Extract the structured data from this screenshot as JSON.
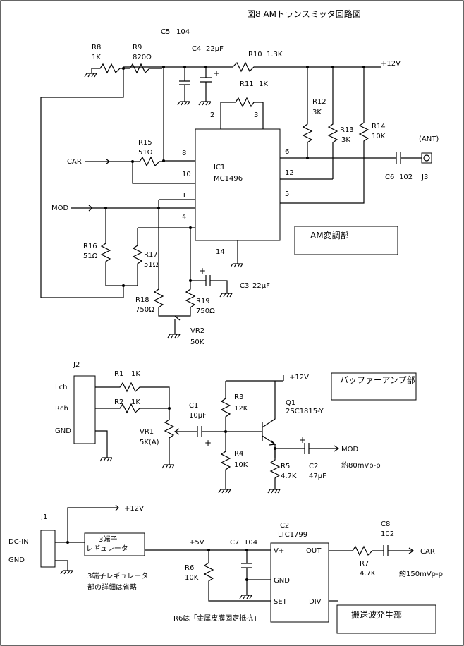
{
  "title": "図8 AMトランスミッタ回路図",
  "power": {
    "plus12": "+12V",
    "plus5": "+5V"
  },
  "sections": {
    "am_mod": "AM変調部",
    "buffer": "バッファーアンプ部",
    "carrier": "搬送波発生部"
  },
  "ic1": {
    "ref": "IC1",
    "part": "MC1496",
    "pins": {
      "p1": "1",
      "p2": "2",
      "p3": "3",
      "p4": "4",
      "p5": "5",
      "p6": "6",
      "p8": "8",
      "p10": "10",
      "p12": "12",
      "p14": "14"
    }
  },
  "ic2": {
    "ref": "IC2",
    "part": "LTC1799",
    "pins": {
      "vplus": "V+",
      "gnd": "GND",
      "set": "SET",
      "out": "OUT",
      "div": "DIV"
    }
  },
  "reg": {
    "line1": "3端子",
    "line2": "レギュレータ",
    "note1": "3端子レギュレータ",
    "note2": "部の詳細は省略"
  },
  "parts": {
    "r8": {
      "ref": "R8",
      "val": "1K"
    },
    "r9": {
      "ref": "R9",
      "val": "820Ω"
    },
    "c5": {
      "ref": "C5",
      "val": "104"
    },
    "c4": {
      "ref": "C4",
      "val": "22μF"
    },
    "r10": {
      "ref": "R10",
      "val": "1.3K"
    },
    "r11": {
      "ref": "R11",
      "val": "1K"
    },
    "r12": {
      "ref": "R12",
      "val": "3K"
    },
    "r13": {
      "ref": "R13",
      "val": "3K"
    },
    "r14": {
      "ref": "R14",
      "val": "10K"
    },
    "r15": {
      "ref": "R15",
      "val": "51Ω"
    },
    "c6": {
      "ref": "C6",
      "val": "102"
    },
    "j3": {
      "ref": "J3",
      "label": "(ANT)"
    },
    "r16": {
      "ref": "R16",
      "val": "51Ω"
    },
    "r17": {
      "ref": "R17",
      "val": "51Ω"
    },
    "r18": {
      "ref": "R18",
      "val": "750Ω"
    },
    "r19": {
      "ref": "R19",
      "val": "750Ω"
    },
    "c3": {
      "ref": "C3",
      "val": "22μF"
    },
    "vr2": {
      "ref": "VR2",
      "val": "50K"
    },
    "j2": {
      "ref": "J2",
      "lch": "Lch",
      "rch": "Rch",
      "gnd": "GND"
    },
    "r1": {
      "ref": "R1",
      "val": "1K"
    },
    "r2": {
      "ref": "R2",
      "val": "1K"
    },
    "vr1": {
      "ref": "VR1",
      "val": "5K(A)"
    },
    "c1": {
      "ref": "C1",
      "val": "10μF"
    },
    "r3": {
      "ref": "R3",
      "val": "12K"
    },
    "r4": {
      "ref": "R4",
      "val": "10K"
    },
    "q1": {
      "ref": "Q1",
      "val": "2SC1815-Y"
    },
    "r5": {
      "ref": "R5",
      "val": "4.7K"
    },
    "c2": {
      "ref": "C2",
      "val": "47μF"
    },
    "j1": {
      "ref": "J1",
      "dcin": "DC-IN",
      "gnd": "GND"
    },
    "r6": {
      "ref": "R6",
      "val": "10K"
    },
    "c7": {
      "ref": "C7",
      "val": "104"
    },
    "r7": {
      "ref": "R7",
      "val": "4.7K"
    },
    "c8": {
      "ref": "C8",
      "val": "102"
    }
  },
  "signals": {
    "car": "CAR",
    "mod": "MOD",
    "mod_out": "MOD",
    "car_out": "CAR",
    "mod_level": "約80mVp-p",
    "car_level": "約150mVp-p"
  },
  "plus_sign": "+",
  "note_r6": "R6は「金属皮膜固定抵抗」"
}
